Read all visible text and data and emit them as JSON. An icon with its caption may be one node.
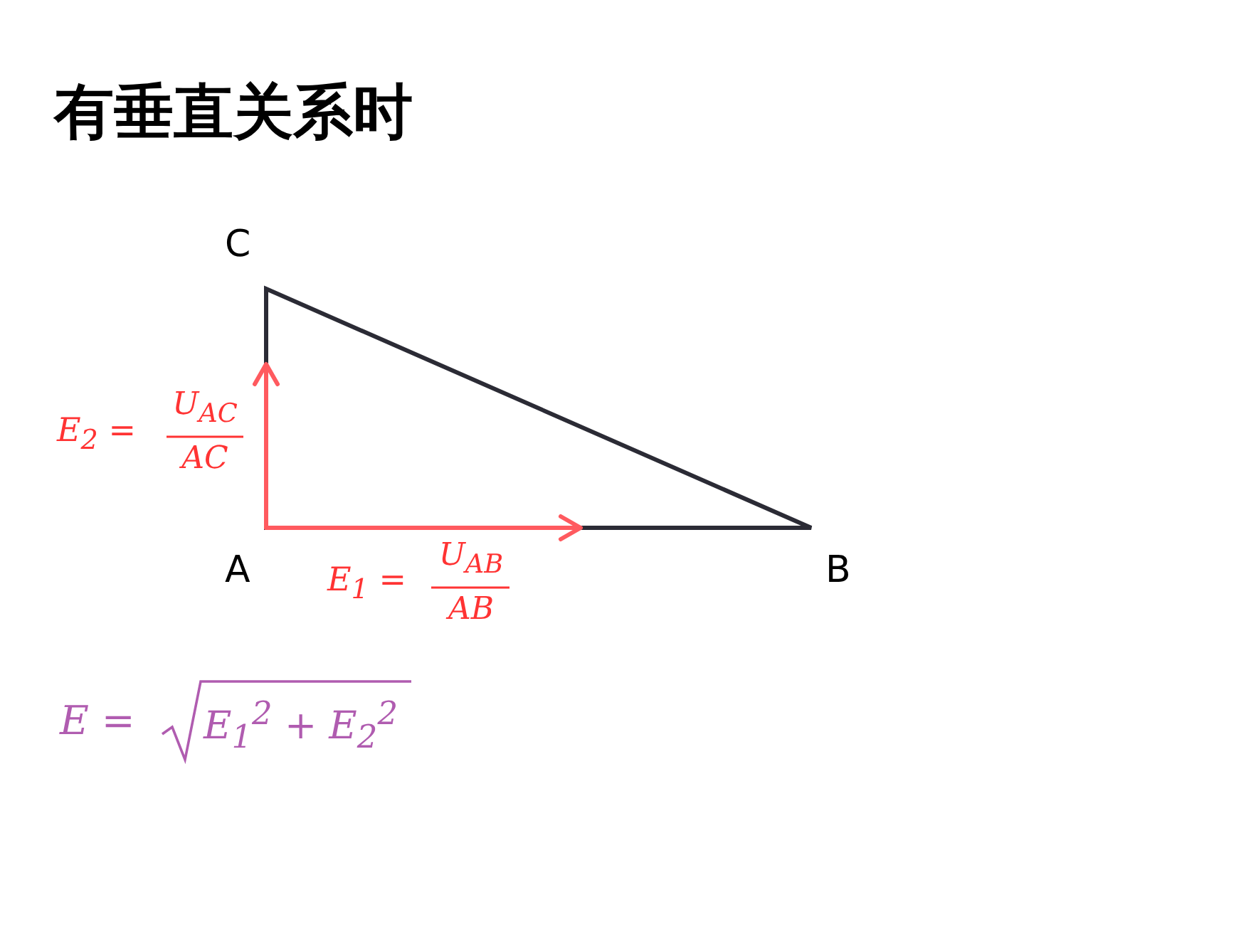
{
  "diagram": {
    "title": "有垂直关系时",
    "labels": [
      "C",
      "E$_{2}$ =",
      "U$_{AC}$",
      "AC",
      "A",
      "E$_{1}$ =",
      "U$_{AB}$",
      "AB",
      "B",
      "E =",
      "E$_{1}$$^{2}$ + E$_{2}$$^{2}$"
    ]
  }
}
